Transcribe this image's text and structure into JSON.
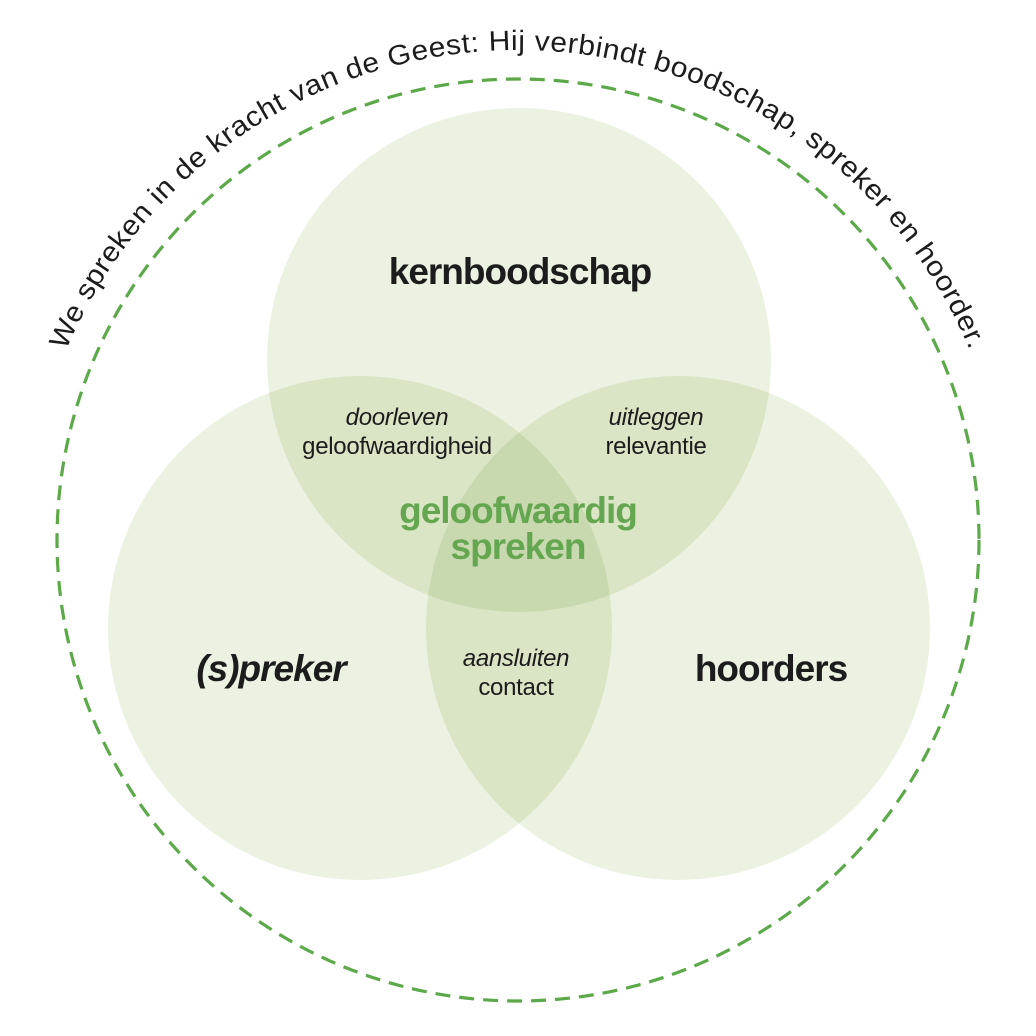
{
  "palette": {
    "circle_fill": "#ecf2e1",
    "dash_green": "#5ba948",
    "center_green": "#65a750",
    "ink": "#1c1c1c"
  },
  "arc_text": "We spreken in de kracht van de Geest: Hij verbindt boodschap, spreker en hoorder.",
  "venn": {
    "top_label": "kernboodschap",
    "left_label": "(s)preker",
    "right_label": "hoorders",
    "center": {
      "line1": "geloofwaardig",
      "line2": "spreken"
    },
    "overlap_top_left": {
      "word": "doorleven",
      "sub": "geloofwaardigheid"
    },
    "overlap_top_right": {
      "word": "uitleggen",
      "sub": "relevantie"
    },
    "overlap_bottom": {
      "word": "aansluiten",
      "sub": "contact"
    }
  }
}
